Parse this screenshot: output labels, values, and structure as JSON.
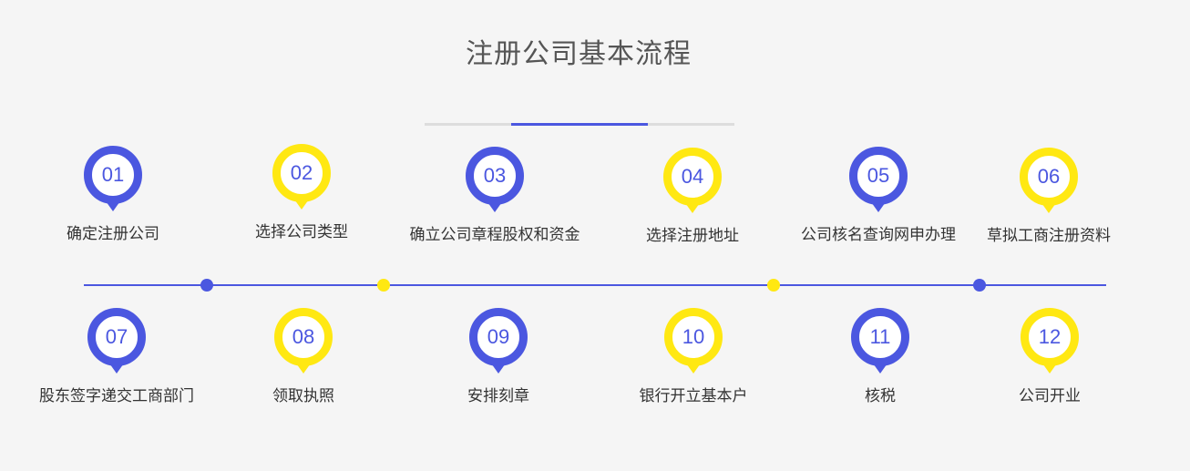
{
  "title": "注册公司基本流程",
  "colors": {
    "blue": "#4b57e0",
    "yellow": "#ffe812",
    "line_gray": "#dddddd",
    "background": "#f5f5f5"
  },
  "steps_top": [
    {
      "number": "01",
      "label": "确定注册公司",
      "color": "blue"
    },
    {
      "number": "02",
      "label": "选择公司类型",
      "color": "yellow"
    },
    {
      "number": "03",
      "label": "确立公司章程股权和资金",
      "color": "blue"
    },
    {
      "number": "04",
      "label": "选择注册地址",
      "color": "yellow"
    },
    {
      "number": "05",
      "label": "公司核名查询网申办理",
      "color": "blue"
    },
    {
      "number": "06",
      "label": "草拟工商注册资料",
      "color": "yellow"
    }
  ],
  "steps_bottom": [
    {
      "number": "07",
      "label": "股东签字递交工商部门",
      "color": "blue"
    },
    {
      "number": "08",
      "label": "领取执照",
      "color": "yellow"
    },
    {
      "number": "09",
      "label": "安排刻章",
      "color": "blue"
    },
    {
      "number": "10",
      "label": "银行开立基本户",
      "color": "yellow"
    },
    {
      "number": "11",
      "label": "核税",
      "color": "blue"
    },
    {
      "number": "12",
      "label": "公司开业",
      "color": "yellow"
    }
  ],
  "timeline_dots": [
    "blue",
    "yellow",
    "yellow",
    "blue"
  ]
}
